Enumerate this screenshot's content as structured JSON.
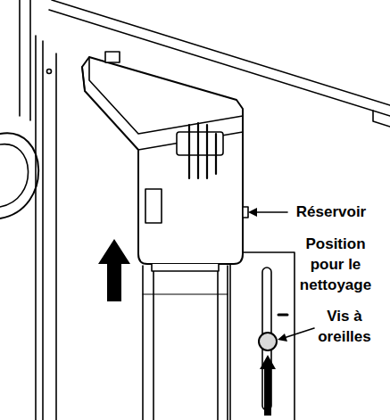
{
  "diagram": {
    "labels": [
      "Réservoir",
      "Position pour le nettoyage",
      "Vis à oreilles"
    ]
  }
}
